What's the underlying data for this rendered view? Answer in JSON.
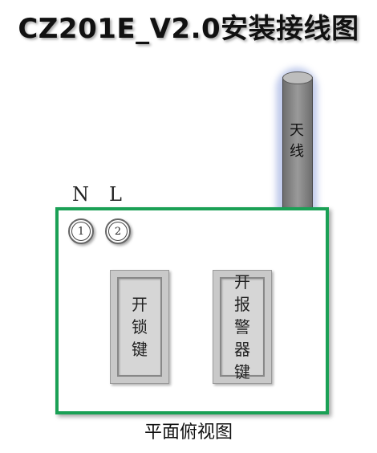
{
  "title": "CZ201E_V2.0安装接线图",
  "terminals": [
    {
      "label": "N",
      "number": "1"
    },
    {
      "label": "L",
      "number": "2"
    }
  ],
  "antenna": {
    "label": "天线"
  },
  "keys": [
    {
      "label": "开锁键"
    },
    {
      "label": "开报警器键"
    }
  ],
  "caption": "平面俯视图",
  "colors": {
    "box_border": "#1aa055",
    "antenna_glow": "#506ec8"
  }
}
